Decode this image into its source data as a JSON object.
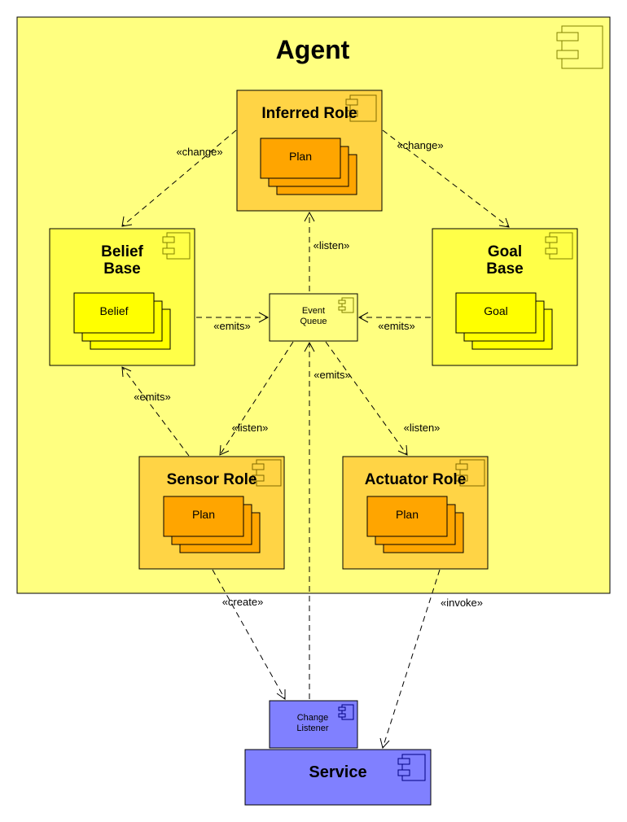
{
  "agent": {
    "title": "Agent"
  },
  "inferred_role": {
    "title": "Inferred Role",
    "plan_label": "Plan"
  },
  "belief_base": {
    "title_line1": "Belief",
    "title_line2": "Base",
    "item_label": "Belief"
  },
  "goal_base": {
    "title_line1": "Goal",
    "title_line2": "Base",
    "item_label": "Goal"
  },
  "event_queue": {
    "line1": "Event",
    "line2": "Queue"
  },
  "sensor_role": {
    "title": "Sensor Role",
    "plan_label": "Plan"
  },
  "actuator_role": {
    "title": "Actuator Role",
    "plan_label": "Plan"
  },
  "change_listener": {
    "line1": "Change",
    "line2": "Listener"
  },
  "service": {
    "title": "Service"
  },
  "edges": {
    "change_left": "«change»",
    "change_right": "«change»",
    "listen_inferred": "«listen»",
    "emits_belief": "«emits»",
    "emits_goal": "«emits»",
    "emits_sensor_belief": "«emits»",
    "listen_sensor": "«listen»",
    "emits_listener": "«emits»",
    "listen_actuator": "«listen»",
    "create": "«create»",
    "invoke": "«invoke»"
  },
  "colors": {
    "agent_fill": "#ffff80",
    "role_fill": "#ffd445",
    "plan_fill": "#ffa500",
    "base_fill": "#ffff48",
    "item_fill": "#ffff00",
    "queue_fill": "#ffff80",
    "service_fill": "#8080ff"
  }
}
